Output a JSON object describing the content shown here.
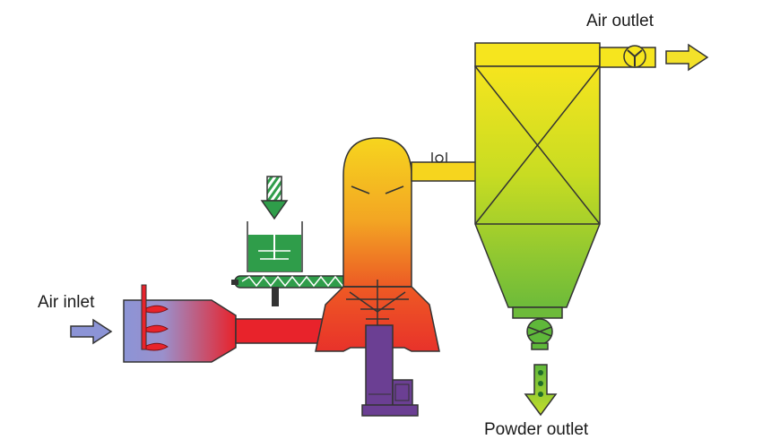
{
  "labels": {
    "air_inlet": "Air inlet",
    "air_outlet": "Air outlet",
    "powder_outlet": "Powder outlet"
  },
  "colors": {
    "hot_red": "#e8232b",
    "heater_blue": "#8c94d6",
    "chamber_orange": "#f07d1e",
    "chamber_yellow": "#f6dc1e",
    "filter_green": "#9ccc2c",
    "feed_green": "#2f9d4a",
    "motor_purple": "#6b3f93",
    "arrow_blue": "#8c94d6",
    "arrow_yellow": "#f3e12a",
    "arrow_green": "#9ccc2c"
  },
  "icons": [
    "air-inlet-arrow-icon",
    "air-outlet-arrow-icon",
    "powder-outlet-arrow-icon",
    "exhaust-fan-icon",
    "rotary-valve-icon",
    "feed-arrow-icon"
  ]
}
